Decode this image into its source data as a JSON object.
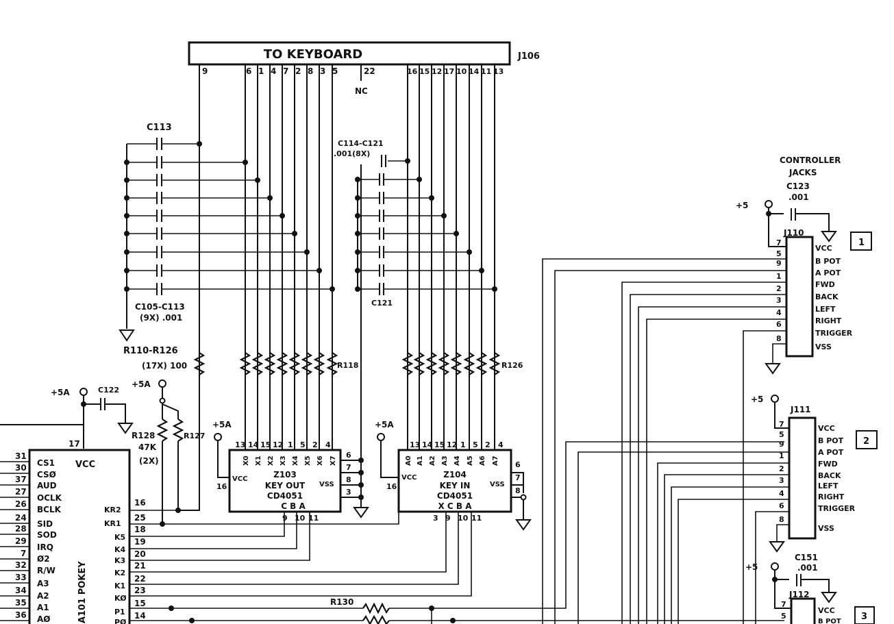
{
  "keyboard": {
    "title": "TO KEYBOARD",
    "ref": "J106",
    "pins_left": [
      "9",
      "6",
      "1",
      "4",
      "7",
      "2",
      "8",
      "3",
      "5"
    ],
    "nc_pin": "22",
    "nc_label": "NC",
    "pins_right": [
      "16",
      "15",
      "12",
      "17",
      "10",
      "14",
      "11",
      "13"
    ]
  },
  "caps_left": {
    "top_label": "C113",
    "bottom_label": "C105-C113",
    "value": "(9X) .001"
  },
  "caps_right": {
    "top_label": "C114-C121",
    "value": ".001(8X)",
    "bottom_label": "C121"
  },
  "resistors": {
    "group_label": "R110-R126",
    "group_value": "(17X) 100",
    "left_end": "R118",
    "right_end": "R126"
  },
  "supply": {
    "plus5a": "+5A",
    "plus5": "+5",
    "c122": "C122",
    "r128": "R128",
    "r128_value": "47K",
    "r128_count": "(2X)",
    "r127": "R127"
  },
  "z103": {
    "inputs": [
      "X0",
      "X1",
      "X2",
      "X3",
      "X4",
      "X5",
      "X6",
      "X7"
    ],
    "top_pins": [
      "13",
      "14",
      "15",
      "12",
      "1",
      "5",
      "2",
      "4"
    ],
    "ref": "Z103",
    "name": "KEY OUT",
    "part": "CD4051",
    "sel": "C B A",
    "vcc": "VCC",
    "vcc_pin": "16",
    "vss": "VSS",
    "right_pins": [
      "6",
      "7",
      "8",
      "3"
    ],
    "bottom_pins": [
      "9",
      "10",
      "11"
    ]
  },
  "z104": {
    "inputs": [
      "A0",
      "A1",
      "A2",
      "A3",
      "A4",
      "A5",
      "A6",
      "A7"
    ],
    "top_pins": [
      "13",
      "14",
      "15",
      "12",
      "1",
      "5",
      "2",
      "4"
    ],
    "ref": "Z104",
    "name": "KEY IN",
    "part": "CD4051",
    "sel": "X C B A",
    "vcc": "VCC",
    "vcc_pin": "16",
    "vss": "VSS",
    "right_pins": [
      "6",
      "7",
      "8"
    ],
    "bottom_pins": [
      "3",
      "9",
      "10",
      "11"
    ]
  },
  "pokey": {
    "name": "A101 POKEY",
    "vcc": "VCC",
    "vcc_pin": "17",
    "left_pins": [
      {
        "num": "31",
        "sig": "CS1"
      },
      {
        "num": "30",
        "sig": "CSØ"
      },
      {
        "num": "37",
        "sig": "AUD"
      },
      {
        "num": "27",
        "sig": "OCLK"
      },
      {
        "num": "26",
        "sig": "BCLK"
      },
      {
        "num": "24",
        "sig": "SID"
      },
      {
        "num": "28",
        "sig": "SOD"
      },
      {
        "num": "29",
        "sig": "IRQ"
      },
      {
        "num": "7",
        "sig": "Ø2"
      },
      {
        "num": "32",
        "sig": "R/W"
      },
      {
        "num": "33",
        "sig": "A3"
      },
      {
        "num": "34",
        "sig": "A2"
      },
      {
        "num": "35",
        "sig": "A1"
      },
      {
        "num": "36",
        "sig": "AØ"
      }
    ],
    "right_pins": [
      {
        "sig": "KR2",
        "num": "16"
      },
      {
        "sig": "KR1",
        "num": "25"
      },
      {
        "sig": "K5",
        "num": "18"
      },
      {
        "sig": "K4",
        "num": "19"
      },
      {
        "sig": "K3",
        "num": "20"
      },
      {
        "sig": "K2",
        "num": "21"
      },
      {
        "sig": "K1",
        "num": "22"
      },
      {
        "sig": "KØ",
        "num": "23"
      },
      {
        "sig": "P1",
        "num": "15"
      },
      {
        "sig": "PØ",
        "num": "14"
      }
    ]
  },
  "r130": "R130",
  "controller": {
    "title_line1": "CONTROLLER",
    "title_line2": "JACKS",
    "c123": "C123",
    "c123_value": ".001",
    "c151": "C151",
    "c151_value": ".001",
    "j110": {
      "ref": "J110",
      "tag": "1",
      "pins": [
        "7",
        "5",
        "9",
        "1",
        "2",
        "3",
        "4",
        "6",
        "8"
      ],
      "labels": [
        "VCC",
        "B POT",
        "A POT",
        "FWD",
        "BACK",
        "LEFT",
        "RIGHT",
        "TRIGGER",
        "VSS"
      ]
    },
    "j111": {
      "ref": "J111",
      "tag": "2",
      "pins": [
        "7",
        "5",
        "9",
        "1",
        "2",
        "3",
        "4",
        "6",
        "8"
      ],
      "labels": [
        "VCC",
        "B POT",
        "A POT",
        "FWD",
        "BACK",
        "LEFT",
        "RIGHT",
        "TRIGGER",
        "VSS"
      ]
    },
    "j112": {
      "ref": "J112",
      "tag": "3",
      "pins": [
        "7",
        "5"
      ],
      "labels": [
        "VCC",
        "B POT"
      ]
    }
  }
}
